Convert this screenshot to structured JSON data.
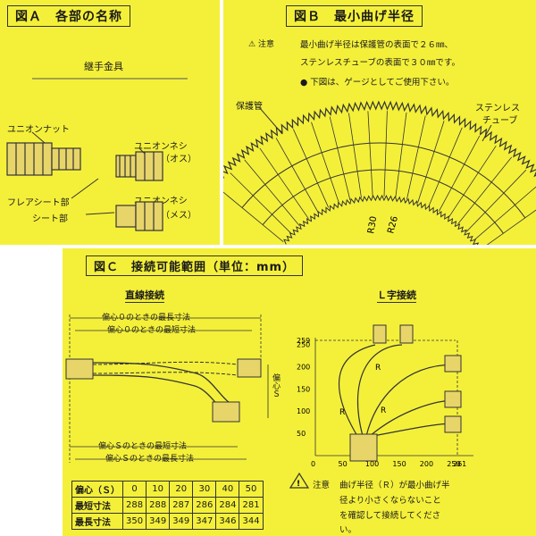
{
  "panel_a": {
    "title": "図Ａ　各部の名称",
    "fitting_label": "継手金具",
    "union_nut": "ユニオンナット",
    "union_screw_male": "ユニオンネシ",
    "male_label": "（オス）",
    "union_screw_female": "ユニオンネシ",
    "female_label": "（メス）",
    "flare_seat": "フレアシート部",
    "seat": "シート部"
  },
  "panel_b": {
    "title": "図Ｂ　最小曲げ半径",
    "caution": "注意",
    "note_line1": "最小曲げ半径は保護管の表面で２６㎜、",
    "note_line2": "ステンレスチューブの表面で３０㎜です。",
    "note_line3": "● 下図は、ゲージとしてご使用下さい。",
    "protective_tube": "保護管",
    "stainless_1": "ステンレス",
    "stainless_2": "チューブ",
    "r30": "R30",
    "r26": "R26"
  },
  "panel_c": {
    "title": "図Ｃ　接続可能範囲（単位：mm）",
    "straight": "直線接続",
    "l_shape": "Ｌ字接続",
    "max_at_0": "偏心０のときの最長寸法",
    "min_at_0": "偏心０のときの最短寸法",
    "min_at_s": "偏心Ｓのときの最短寸法",
    "max_at_s": "偏心Ｓのときの最長寸法",
    "offset_s": "偏心Ｓ",
    "r_label": "R",
    "y_ticks": [
      "259",
      "250",
      "200",
      "150",
      "100",
      "50"
    ],
    "x_ticks": [
      "0",
      "50",
      "100",
      "150",
      "200",
      "250",
      "261"
    ],
    "caution": "注意",
    "note_line1": "曲げ半径（Ｒ）が最小曲げ半",
    "note_line2": "径より小さくならないこと",
    "note_line3": "を確認して接続してくださ",
    "note_line4": "い。",
    "table": {
      "header": [
        "偏心（Ｓ）",
        "0",
        "10",
        "20",
        "30",
        "40",
        "50"
      ],
      "rows": [
        [
          "最短寸法",
          "288",
          "288",
          "287",
          "286",
          "284",
          "281"
        ],
        [
          "最長寸法",
          "350",
          "349",
          "349",
          "347",
          "346",
          "344"
        ]
      ]
    }
  },
  "colors": {
    "panel_bg": "#f4f03a",
    "line": "#333333"
  }
}
